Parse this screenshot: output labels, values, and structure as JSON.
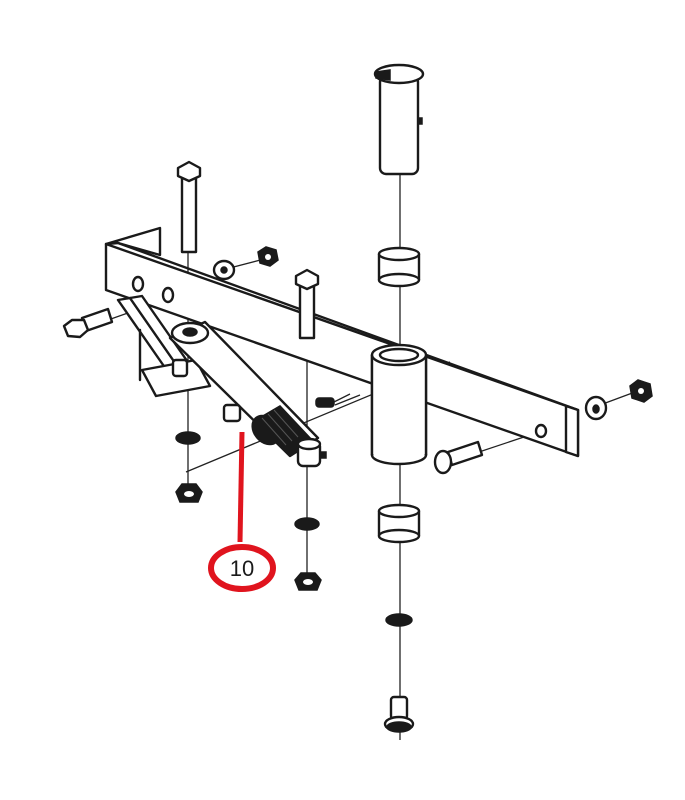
{
  "diagram": {
    "type": "exploded-parts-diagram",
    "subject": "steering / swing arm assembly",
    "callout": {
      "number": "10",
      "color": "#e0141e",
      "target": "threaded spring sleeve on pivot arm"
    },
    "line_color": "#1a1a1a",
    "background": "#ffffff"
  }
}
